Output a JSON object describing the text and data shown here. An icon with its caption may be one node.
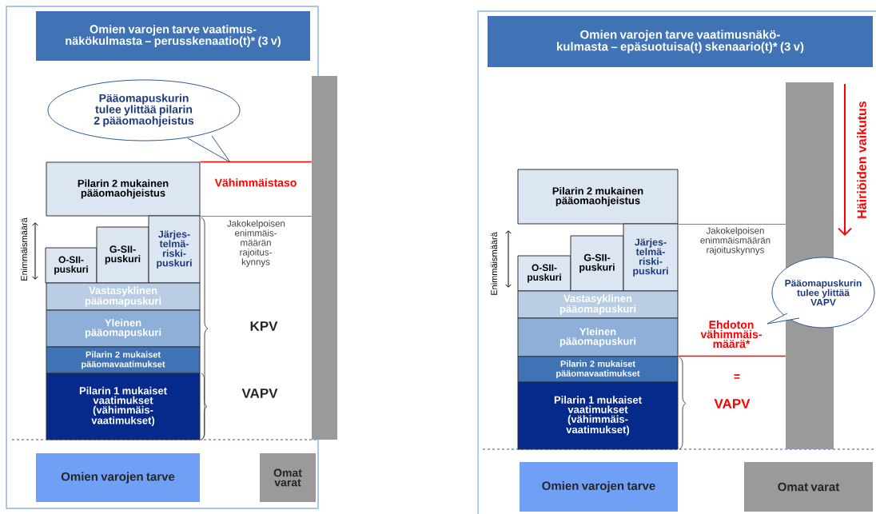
{
  "diagram": {
    "nodes": [
      {
        "text": [
          "Omien varojen tarve vaatimus- näkökulmasta – perusskenaatio(t)* (3 v)"
        ]
      },
      {
        "text": [
          "Pääomapuskurin tulee ylittää pilarin 2 pääomaohjeistus"
        ]
      },
      {
        "text": [
          "Pilarin 2 mukainen pääomaohjeistus"
        ]
      },
      {
        "text": [
          "O-SII- puskuri"
        ]
      },
      {
        "text": [
          "G-SII- puskuri"
        ]
      },
      {
        "text": [
          "Järjes- telmä- riski- puskuri"
        ]
      },
      {
        "text": [
          "Vastasyklinen pääomapuskuri"
        ]
      },
      {
        "text": [
          "Yleinen pääomapuskuri"
        ]
      },
      {
        "text": [
          "Pilarin 2 mukaiset pääomavaatimukset"
        ]
      },
      {
        "text": [
          "Pilarin 1 mukaiset vaatimukset (vähimmäis- vaatimukset)"
        ]
      },
      {
        "text": [],
        "shape": "bar"
      },
      {
        "text": [
          "Omien varojen tarve"
        ]
      },
      {
        "text": [
          "Omat varat"
        ]
      },
      {
        "text": [
          "Omien varojen tarve vaatimusnäkö- kulmasta – epäsuotuisa(t) skenaario(t)* (3 v)"
        ]
      },
      {
        "text": [
          "Pilarin 2 mukainen pääomaohjeistus"
        ]
      },
      {
        "text": [
          "O-SII- puskuri"
        ]
      },
      {
        "text": [
          "G-SII- puskuri"
        ]
      },
      {
        "text": [
          "Järjes- telmä- riski- puskuri"
        ]
      },
      {
        "text": [
          "Vastasyklinen pääomapuskuri"
        ]
      },
      {
        "text": [
          "Yleinen pääomapuskuri"
        ]
      },
      {
        "text": [
          "Pilarin 2 mukaiset pääomavaatimukset"
        ]
      },
      {
        "text": [
          "Pilarin 1 mukaiset vaatimukset (vähimmäis- vaatimukset)"
        ]
      },
      {
        "text": [],
        "shape": "bar"
      },
      {
        "text": [
          "Pääomapuskurin tulee ylittää VAPV"
        ]
      },
      {
        "text": [
          "Omien varojen tarve"
        ]
      },
      {
        "text": [
          "Omat varat"
        ]
      }
    ],
    "edges": [
      {
        "from": 2,
        "to": 10,
        "arrow": "none",
        "label": "Vähimmäistaso",
        "color": "#ff0000"
      },
      {
        "from": 2,
        "to": 10,
        "arrow": "none",
        "label": "Jakokelpoisen enimmäis- määrän rajoitus- kynnys",
        "color": "#7f7f7f"
      },
      {
        "from": 14,
        "to": 22,
        "arrow": "none",
        "label": "Jakokelpoisen enimmäismäärän rajoituskynnys",
        "color": "#7f7f7f"
      },
      {
        "from": 20,
        "to": 22,
        "arrow": "none",
        "color": "#ff0000"
      }
    ],
    "labels": [
      "Enimmäismäärä",
      "KPV",
      "VAPV",
      "Häiriöiden vaikutus",
      "Enimmäismäärä",
      "Ehdoton vähimmäis- määrä*",
      "=",
      "VAPV"
    ]
  }
}
